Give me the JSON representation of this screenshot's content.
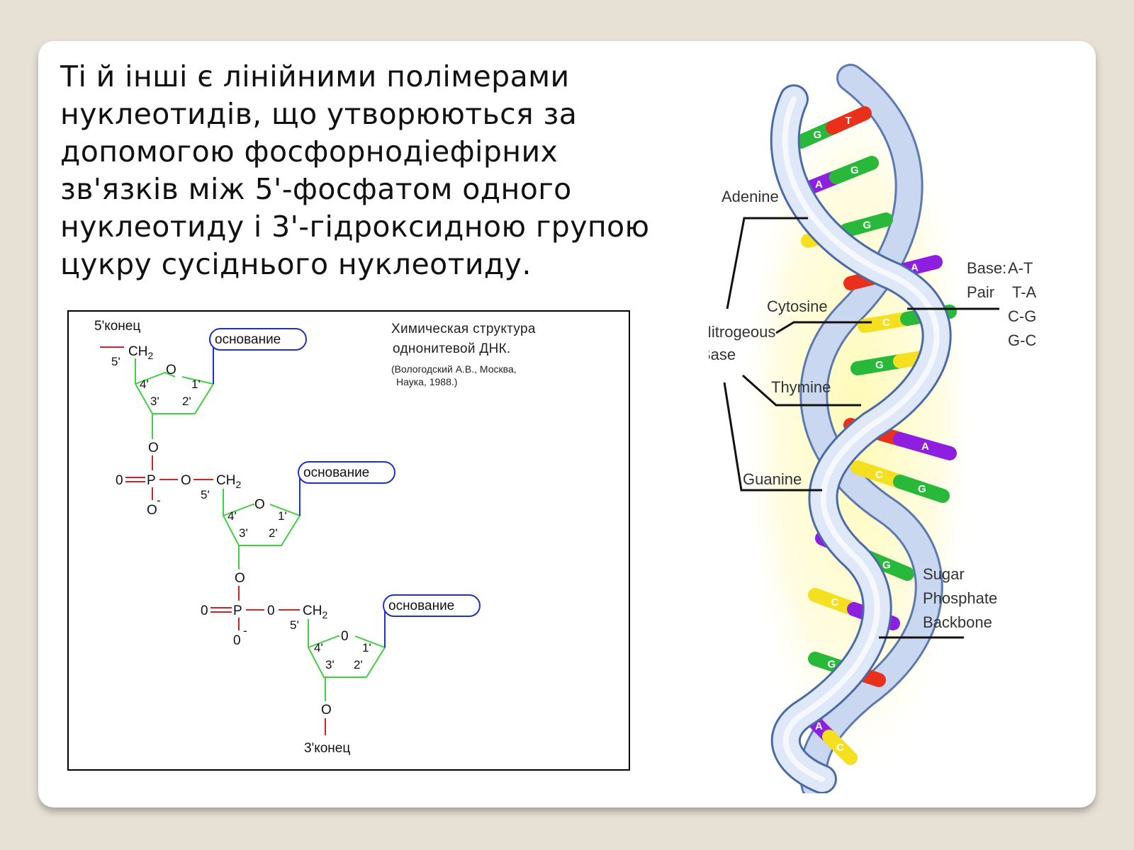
{
  "text": {
    "lines": [
      "Ті й інші є лінійними полімерами",
      "нуклеотидів, що утворюються за",
      "допомогою фосфорнодіефірних",
      "зв'язків між 5'-фосфатом одного",
      "нуклеотиду і 3'-гідроксидною групою",
      "цукру сусіднього нуклеотиду."
    ]
  },
  "chem": {
    "title_1": "Химическая структура",
    "title_2": "однонитевой ДНК.",
    "ref_1": "(Вологодский А.В., Москва,",
    "ref_2": "Наука, 1988.)",
    "end_5": "5'конец",
    "end_3": "3'конец",
    "base": "основание",
    "ch2": "CH",
    "ch2_sub": "2",
    "o": "O",
    "zero": "0",
    "p": "P",
    "o_minus": "O",
    "zero_minus": "0",
    "minus": "-",
    "pos_5": "5'",
    "pos_4": "4'",
    "pos_3": "3'",
    "pos_2": "2'",
    "pos_1": "1'",
    "colors": {
      "sugar_ring": "#3fd13f",
      "base_link": "#1f2fd0",
      "phosphate_bond": "#d0242a",
      "black": "#111111"
    }
  },
  "dna": {
    "labels": {
      "adenine": "Adenine",
      "cytosine": "Cytosine",
      "nitrogenous_1": "Nitrogeous",
      "nitrogenous_2": "Base",
      "thymine": "Thymine",
      "guanine": "Guanine",
      "base_pair_1": "Base:",
      "base_pair_2": "Pair",
      "sugar_1": "Sugar",
      "sugar_2": "Phosphate",
      "sugar_3": "Backbone"
    },
    "pairs": [
      "A-T",
      "T-A",
      "C-G",
      "G-C"
    ],
    "colors": {
      "adenine": "#8e1fe0",
      "thymine": "#e8301a",
      "cytosine": "#f4e020",
      "guanine": "#28b83a",
      "backbone": "#c9d7f0",
      "backbone_edge": "#4a6aa8",
      "glow": "#fffab0"
    },
    "rungs": [
      {
        "top": "G",
        "bottom": "T"
      },
      {
        "top": "A",
        "bottom": "G"
      },
      {
        "top": "C",
        "bottom": "G"
      },
      {
        "top": "T",
        "bottom": "A"
      },
      {
        "top": "C",
        "bottom": "G"
      },
      {
        "top": "G",
        "bottom": "C"
      },
      {
        "top": "T",
        "bottom": "A"
      },
      {
        "top": "C",
        "bottom": "G"
      },
      {
        "top": "A",
        "bottom": "G"
      },
      {
        "top": "C",
        "bottom": "A"
      },
      {
        "top": "G",
        "bottom": "T"
      },
      {
        "top": "A",
        "bottom": "C"
      }
    ]
  }
}
